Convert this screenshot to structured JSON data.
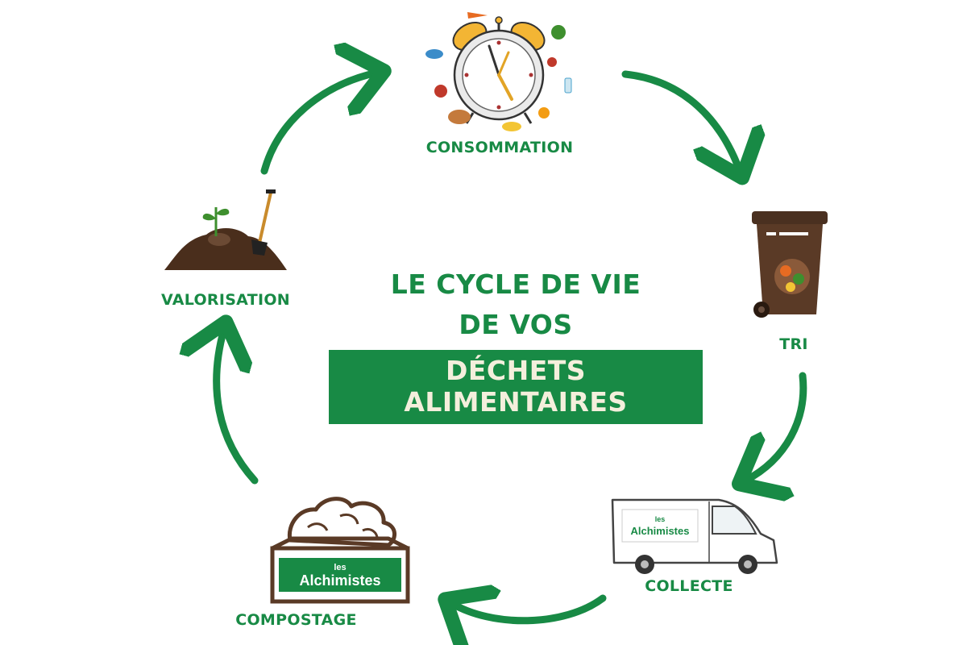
{
  "diagram": {
    "title_line1": "LE CYCLE DE VIE",
    "title_line2": "DE VOS",
    "title_highlight": "DÉCHETS ALIMENTAIRES",
    "steps": {
      "consommation": "CONSOMMATION",
      "tri": "TRI",
      "collecte": "COLLECTE",
      "compostage": "COMPOSTAGE",
      "valorisation": "VALORISATION"
    },
    "brand": {
      "line1": "les",
      "line2": "Alchimistes"
    },
    "colors": {
      "green": "#188a45",
      "brown": "#5a3a26",
      "cream": "#f4efdc"
    }
  }
}
